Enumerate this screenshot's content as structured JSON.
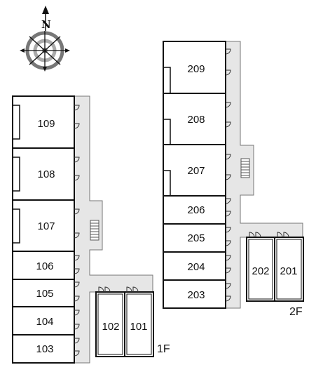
{
  "compass": {
    "north_label": "N",
    "icon": "compass-rose-icon"
  },
  "floors": [
    {
      "label": "1F",
      "units": [
        "109",
        "108",
        "107",
        "106",
        "105",
        "104",
        "103",
        "102",
        "101"
      ]
    },
    {
      "label": "2F",
      "units": [
        "209",
        "208",
        "207",
        "206",
        "205",
        "204",
        "203",
        "202",
        "201"
      ]
    }
  ],
  "icons": {
    "stairs": "stairs-icon",
    "door": "door-icon"
  },
  "colors": {
    "corridor": "#e6e6e6",
    "wall": "#111111",
    "room": "#ffffff"
  }
}
